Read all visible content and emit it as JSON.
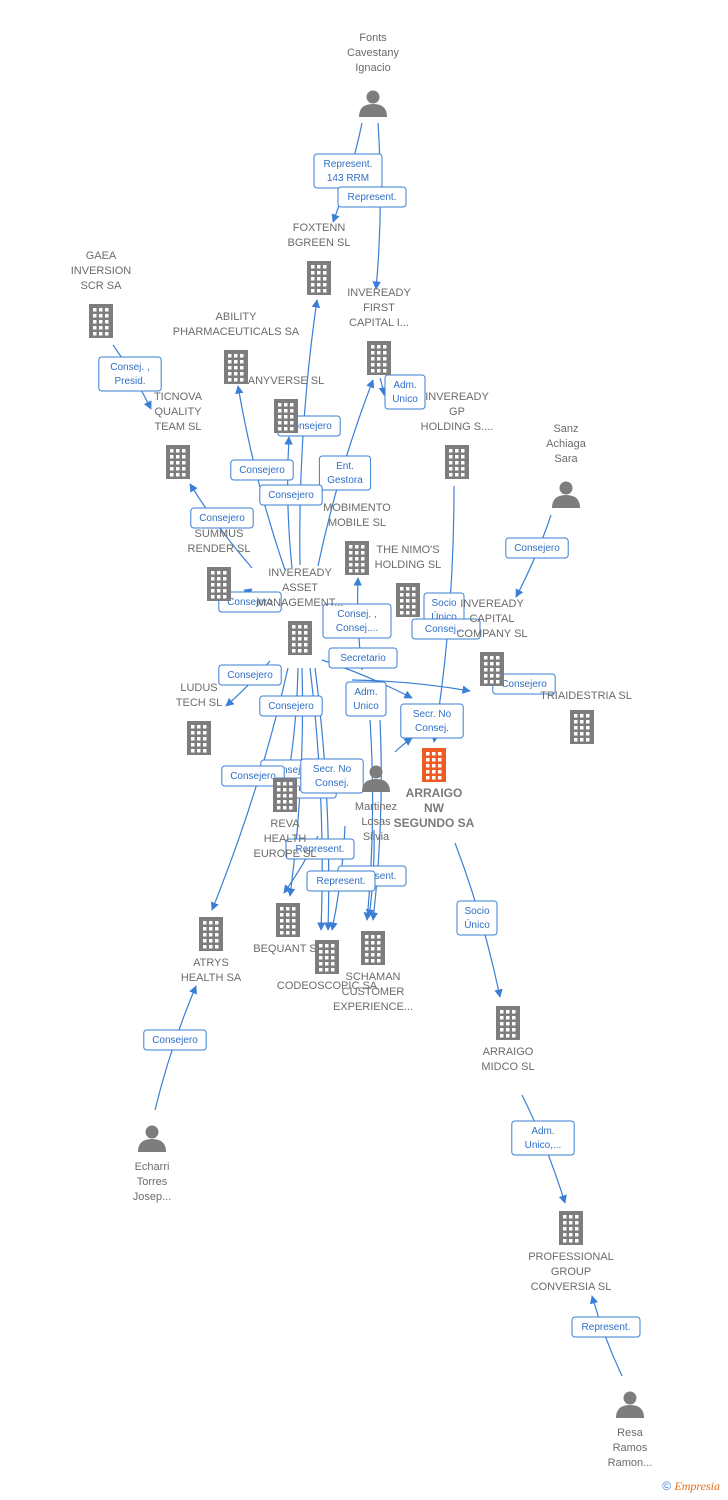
{
  "colors": {
    "edge": "#3a7fd5",
    "node": "#7d7d7d",
    "focus": "#f05a23"
  },
  "footer": {
    "copyright": "©",
    "brand": "Empresia"
  },
  "nodes": [
    {
      "id": "fonts",
      "type": "person",
      "lines": [
        "Fonts",
        "Cavestany",
        "Ignacio"
      ]
    },
    {
      "id": "foxtenn",
      "type": "company",
      "lines": [
        "FOXTENN",
        "BGREEN SL"
      ]
    },
    {
      "id": "gaea",
      "type": "company",
      "lines": [
        "GAEA",
        "INVERSION",
        "SCR SA"
      ]
    },
    {
      "id": "ability",
      "type": "company",
      "lines": [
        "ABILITY",
        "PHARMACEUTICALS SA"
      ]
    },
    {
      "id": "invfirst",
      "type": "company",
      "lines": [
        "INVEREADY",
        "FIRST",
        "CAPITAL I..."
      ]
    },
    {
      "id": "anyverse",
      "type": "company",
      "lines": [
        "ANYVERSE  SL"
      ]
    },
    {
      "id": "ticnova",
      "type": "company",
      "lines": [
        "TICNOVA",
        "QUALITY",
        "TEAM SL"
      ]
    },
    {
      "id": "invgp",
      "type": "company",
      "lines": [
        "INVEREADY",
        "GP",
        "HOLDING S...."
      ]
    },
    {
      "id": "sanz",
      "type": "person",
      "lines": [
        "Sanz",
        "Achiaga",
        "Sara"
      ]
    },
    {
      "id": "mobimento",
      "type": "company",
      "lines": [
        "MOBIMENTO",
        "MOBILE SL"
      ]
    },
    {
      "id": "summus",
      "type": "company",
      "lines": [
        "SUMMUS",
        "RENDER SL"
      ]
    },
    {
      "id": "nimos",
      "type": "company",
      "lines": [
        "THE NIMO'S",
        "HOLDING SL"
      ]
    },
    {
      "id": "invasset",
      "type": "company",
      "lines": [
        "INVEREADY",
        "ASSET",
        "MANAGEMENT..."
      ]
    },
    {
      "id": "invcap",
      "type": "company",
      "lines": [
        "INVEREADY",
        "CAPITAL",
        "COMPANY SL"
      ]
    },
    {
      "id": "triaidestria",
      "type": "company",
      "lines": [
        "TRIAIDESTRIA SL"
      ]
    },
    {
      "id": "ludus",
      "type": "company",
      "lines": [
        "LUDUS",
        "TECH  SL"
      ]
    },
    {
      "id": "martinez",
      "type": "person",
      "lines": [
        "Martinez",
        "Losas",
        "Silvia"
      ]
    },
    {
      "id": "arraigo",
      "type": "focus",
      "lines": [
        "ARRAIGO",
        "NW",
        "SEGUNDO SA"
      ]
    },
    {
      "id": "reva",
      "type": "company",
      "lines": [
        "REVA",
        "HEALTH",
        "EUROPE SL"
      ]
    },
    {
      "id": "atrys",
      "type": "company",
      "lines": [
        "ATRYS",
        "HEALTH SA"
      ]
    },
    {
      "id": "bequant",
      "type": "company",
      "lines": [
        "BEQUANT SL"
      ]
    },
    {
      "id": "codeoscopic",
      "type": "company",
      "lines": [
        "CODEOSCOPIC SA"
      ]
    },
    {
      "id": "schaman",
      "type": "company",
      "lines": [
        "SCHAMAN",
        "CUSTOMER",
        "EXPERIENCE..."
      ]
    },
    {
      "id": "midco",
      "type": "company",
      "lines": [
        "ARRAIGO",
        "MIDCO  SL"
      ]
    },
    {
      "id": "echarri",
      "type": "person",
      "lines": [
        "Echarri",
        "Torres",
        "Josep..."
      ]
    },
    {
      "id": "professional",
      "type": "company",
      "lines": [
        "PROFESSIONAL",
        "GROUP",
        "CONVERSIA SL"
      ]
    },
    {
      "id": "resa",
      "type": "person",
      "lines": [
        "Resa",
        "Ramos",
        "Ramon..."
      ]
    }
  ],
  "edge_labels": [
    {
      "id": "e1",
      "lines": [
        "Represent.",
        "143 RRM"
      ]
    },
    {
      "id": "e2",
      "lines": [
        "Represent."
      ]
    },
    {
      "id": "e3",
      "lines": [
        "Consej. ,",
        "Presid."
      ]
    },
    {
      "id": "e4",
      "lines": [
        "Adm.",
        "Unico"
      ]
    },
    {
      "id": "e5",
      "lines": [
        "Consejero"
      ]
    },
    {
      "id": "e6",
      "lines": [
        "Consejero"
      ]
    },
    {
      "id": "e7",
      "lines": [
        "Ent.",
        "Gestora"
      ]
    },
    {
      "id": "e8",
      "lines": [
        "Consejero"
      ]
    },
    {
      "id": "e9",
      "lines": [
        "Consejero"
      ]
    },
    {
      "id": "e10",
      "lines": [
        "Consejero"
      ]
    },
    {
      "id": "e11",
      "lines": [
        "Consejero"
      ]
    },
    {
      "id": "e12",
      "lines": [
        "Socio",
        "Único"
      ]
    },
    {
      "id": "e13",
      "lines": [
        "Consej...."
      ]
    },
    {
      "id": "e14",
      "lines": [
        "Consej. ,",
        "Consej...."
      ]
    },
    {
      "id": "e15",
      "lines": [
        "Secretario"
      ]
    },
    {
      "id": "e16",
      "lines": [
        "Consejero"
      ]
    },
    {
      "id": "e17",
      "lines": [
        "Consejero"
      ]
    },
    {
      "id": "e18",
      "lines": [
        "Adm.",
        "Unico"
      ]
    },
    {
      "id": "e19",
      "lines": [
        "Consejero"
      ]
    },
    {
      "id": "e20",
      "lines": [
        "Secr.  No",
        "Consej."
      ]
    },
    {
      "id": "e21",
      "lines": [
        "Consejero"
      ]
    },
    {
      "id": "e22",
      "lines": [
        "Consejero"
      ]
    },
    {
      "id": "e23",
      "lines": [
        "Consejero"
      ]
    },
    {
      "id": "e24",
      "lines": [
        "Secr.  No",
        "Consej."
      ]
    },
    {
      "id": "e25",
      "lines": [
        "Represent."
      ]
    },
    {
      "id": "e26",
      "lines": [
        "Represent."
      ]
    },
    {
      "id": "e27",
      "lines": [
        "Represent."
      ]
    },
    {
      "id": "e28",
      "lines": [
        "Socio",
        "Único"
      ]
    },
    {
      "id": "e29",
      "lines": [
        "Consejero"
      ]
    },
    {
      "id": "e30",
      "lines": [
        "Adm.",
        "Unico,..."
      ]
    },
    {
      "id": "e31",
      "lines": [
        "Represent."
      ]
    }
  ]
}
